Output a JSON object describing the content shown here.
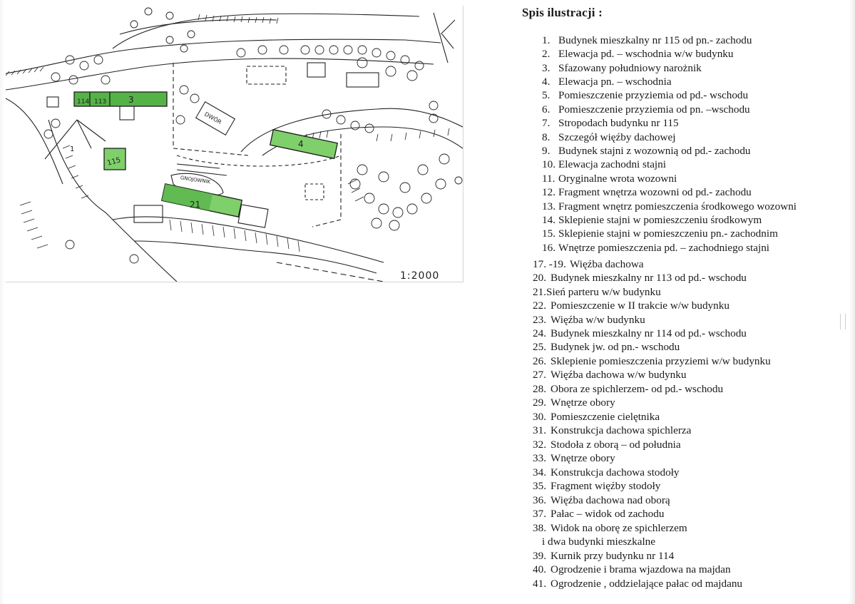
{
  "map": {
    "scale_label": "1:2000",
    "labels": {
      "dwor": "DWÓR",
      "gnojownik": "GNOJOWNIK",
      "b3": "3",
      "b4": "4",
      "b115": "115",
      "b113": "113",
      "b114": "114",
      "b21": "21",
      "marker1": "1"
    },
    "colors": {
      "building_green": "#7fcf6b",
      "building_dark_green": "#55b247",
      "ink": "#222222"
    }
  },
  "list": {
    "title": "Spis ilustracji :",
    "items": [
      {
        "num": "1.",
        "text": "Budynek mieszkalny nr 115 od pn.- zachodu"
      },
      {
        "num": "2.",
        "text": "Elewacja pd. – wschodnia w/w budynku"
      },
      {
        "num": "3.",
        "text": "Sfazowany południowy narożnik"
      },
      {
        "num": "4.",
        "text": "Elewacja  pn. – wschodnia"
      },
      {
        "num": "5.",
        "text": "Pomieszczenie przyziemia od pd.- wschodu"
      },
      {
        "num": "6.",
        "text": "Pomieszczenie przyziemia od pn. –wschodu"
      },
      {
        "num": "7.",
        "text": "Stropodach budynku nr 115"
      },
      {
        "num": "8.",
        "text": "Szczegół więźby dachowej"
      },
      {
        "num": "9.",
        "text": "Budynek stajni z wozownią od pd.- zachodu"
      },
      {
        "num": "10.",
        "text": "Elewacja zachodni stajni"
      },
      {
        "num": "11.",
        "text": "Oryginalne wrota wozowni"
      },
      {
        "num": "12.",
        "text": "Fragment wnętrza wozowni od pd.- zachodu"
      },
      {
        "num": "13.",
        "text": "Fragment wnętrz pomieszczenia środkowego wozowni"
      },
      {
        "num": "14.",
        "text": "Sklepienie stajni w pomieszczeniu środkowym"
      },
      {
        "num": "15.",
        "text": "Sklepienie stajni w pomieszczeniu pn.- zachodnim"
      },
      {
        "num": "16.",
        "text": "Wnętrze pomieszczenia pd. – zachodniego stajni"
      },
      {
        "num": "17. -19.",
        "text": "Więźba dachowa"
      },
      {
        "num": "20.",
        "text": "Budynek mieszkalny nr 113 od pd.- wschodu"
      },
      {
        "num": "21.",
        "text": "Sień parteru w/w budynku"
      },
      {
        "num": "22.",
        "text": "Pomieszczenie w II trakcie  w/w budynku"
      },
      {
        "num": "23.",
        "text": "Więźba w/w budynku"
      },
      {
        "num": "24.",
        "text": "Budynek mieszkalny nr 114 od pd.- wschodu"
      },
      {
        "num": "25.",
        "text": "Budynek jw. od pn.- wschodu"
      },
      {
        "num": "26.",
        "text": "Sklepienie pomieszczenia przyziemi w/w budynku"
      },
      {
        "num": "27.",
        "text": "Więźba dachowa w/w budynku"
      },
      {
        "num": "28.",
        "text": "Obora ze spichlerzem- od pd.- wschodu"
      },
      {
        "num": "29.",
        "text": "Wnętrze obory"
      },
      {
        "num": "30.",
        "text": "Pomieszczenie cielętnika"
      },
      {
        "num": "31.",
        "text": "Konstrukcja dachowa spichlerza"
      },
      {
        "num": "32.",
        "text": "Stodoła z oborą – od południa"
      },
      {
        "num": "33.",
        "text": "Wnętrze  obory"
      },
      {
        "num": "34.",
        "text": "Konstrukcja dachowa stodoły"
      },
      {
        "num": "35.",
        "text": "Fragment więźby stodoły"
      },
      {
        "num": "36.",
        "text": "Więźba dachowa nad oborą"
      },
      {
        "num": "37.",
        "text": "Pałac – widok od zachodu"
      },
      {
        "num": "38.",
        "text": "Widok na oborę ze spichlerzem"
      },
      {
        "num": "",
        "text": "i dwa budynki mieszkalne"
      },
      {
        "num": "39.",
        "text": "Kurnik przy budynku nr 114"
      },
      {
        "num": "40.",
        "text": "Ogrodzenie i brama wjazdowa na majdan"
      },
      {
        "num": "41.",
        "text": "Ogrodzenie , oddzielające pałac od majdanu"
      }
    ]
  }
}
